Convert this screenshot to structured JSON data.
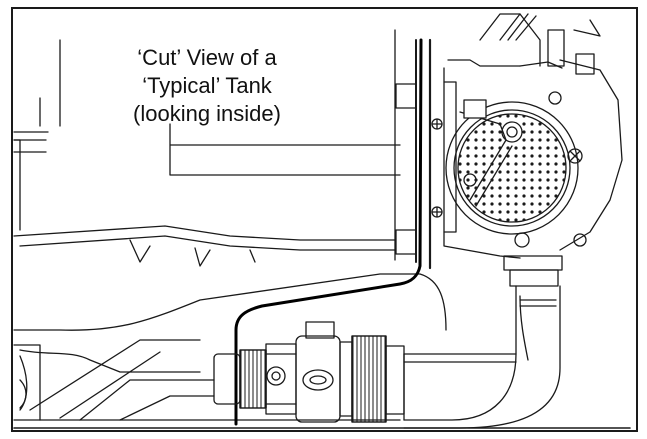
{
  "caption": {
    "line1": "‘Cut’ View of a",
    "line2": "‘Typical’ Tank",
    "line3": "(looking inside)"
  },
  "colors": {
    "stroke": "#1a1a1a",
    "background": "#ffffff",
    "cable": "#000000"
  }
}
